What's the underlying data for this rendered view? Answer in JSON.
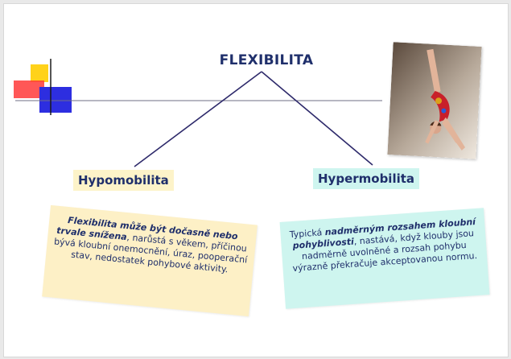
{
  "title": "FLEXIBILITA",
  "branches": {
    "left": "Hypomobilita",
    "right": "Hypermobilita"
  },
  "notes": {
    "left": {
      "bold": "Flexibilita může být dočasně nebo trvale snížena",
      "rest": ", narůstá s věkem, příčinou bývá kloubní onemocnění, úraz, pooperační stav, nedostatek pohybové aktivity."
    },
    "right": {
      "intro": "Typická ",
      "bold": "nadměrným rozsahem kloubní pohyblivosti",
      "rest": ", nastává, když klouby jsou nadměrně uvolněné a rozsah pohybu výrazně překračuje akceptovanou normu."
    }
  },
  "colors": {
    "title": "#1f2f6b",
    "connector": "#2e2a6b",
    "left_fill": "#fdf0c6",
    "right_fill": "#cef5ef"
  },
  "photo": {
    "icon": "gymnast-photo"
  }
}
